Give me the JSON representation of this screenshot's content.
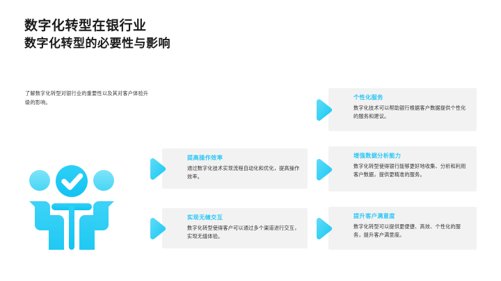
{
  "slide": {
    "background_color": "#ffffff",
    "accent_color": "#2ac7f5",
    "card_background": "#f2f2f3",
    "title_color": "#1a1a1a",
    "body_text_color": "#333333"
  },
  "header": {
    "title": "数字化转型在银行业",
    "subtitle": "数字化转型的必要性与影响"
  },
  "intro": {
    "text": "了解数字化转型对银行业的重要性以及其对客户体验升级的影响。"
  },
  "illustration": {
    "name": "teamwork-check-illustration",
    "description": "三个人物剪影，中间人物头部为带对勾的圆形"
  },
  "cards": [
    {
      "id": "personalized-service",
      "column": "right",
      "title": "个性化服务",
      "body": "数字化技术可以帮助银行根据客户数据提供个性化的服务和建议。"
    },
    {
      "id": "operational-efficiency",
      "column": "left",
      "title": "提高操作效率",
      "body": "通过数字化技术实现流程自动化和优化，提高操作效率。"
    },
    {
      "id": "data-analysis",
      "column": "right",
      "title": "增强数据分析能力",
      "body": "数字化转型使得银行能够更好地收集、分析和利用客户数据，提供更精准的服务。"
    },
    {
      "id": "seamless-interaction",
      "column": "left",
      "title": "实现无缝交互",
      "body": "数字化转型使得客户可以通过多个渠道进行交互，实现无缝体验。"
    },
    {
      "id": "customer-satisfaction",
      "column": "right",
      "title": "提升客户满意度",
      "body": "数字化转型可以提供更便捷、高效、个性化的服务，提升客户满意度。"
    }
  ]
}
